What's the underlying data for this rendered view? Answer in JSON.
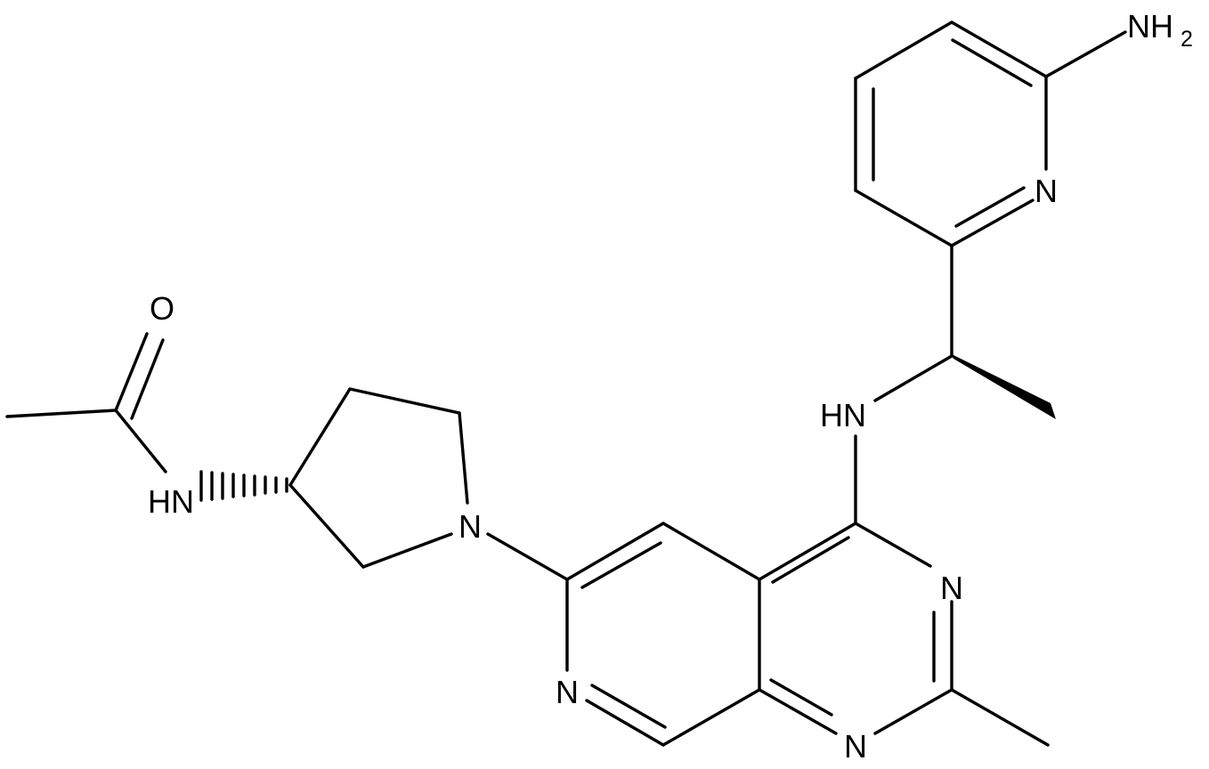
{
  "atom_labels": {
    "amine_nh2": "NH",
    "amine_nh2_sub": "2",
    "pyridine_n": "N",
    "carbonyl_o": "O",
    "secondary_amine_hn": "HN",
    "amide_hn": "HN",
    "pyrrolidine_n": "N",
    "pyrimidine_n3": "N",
    "pyridine_fused_n": "N",
    "pyrimidine_n1": "N"
  },
  "colors": {
    "ink": "#000000",
    "background": "#ffffff"
  }
}
